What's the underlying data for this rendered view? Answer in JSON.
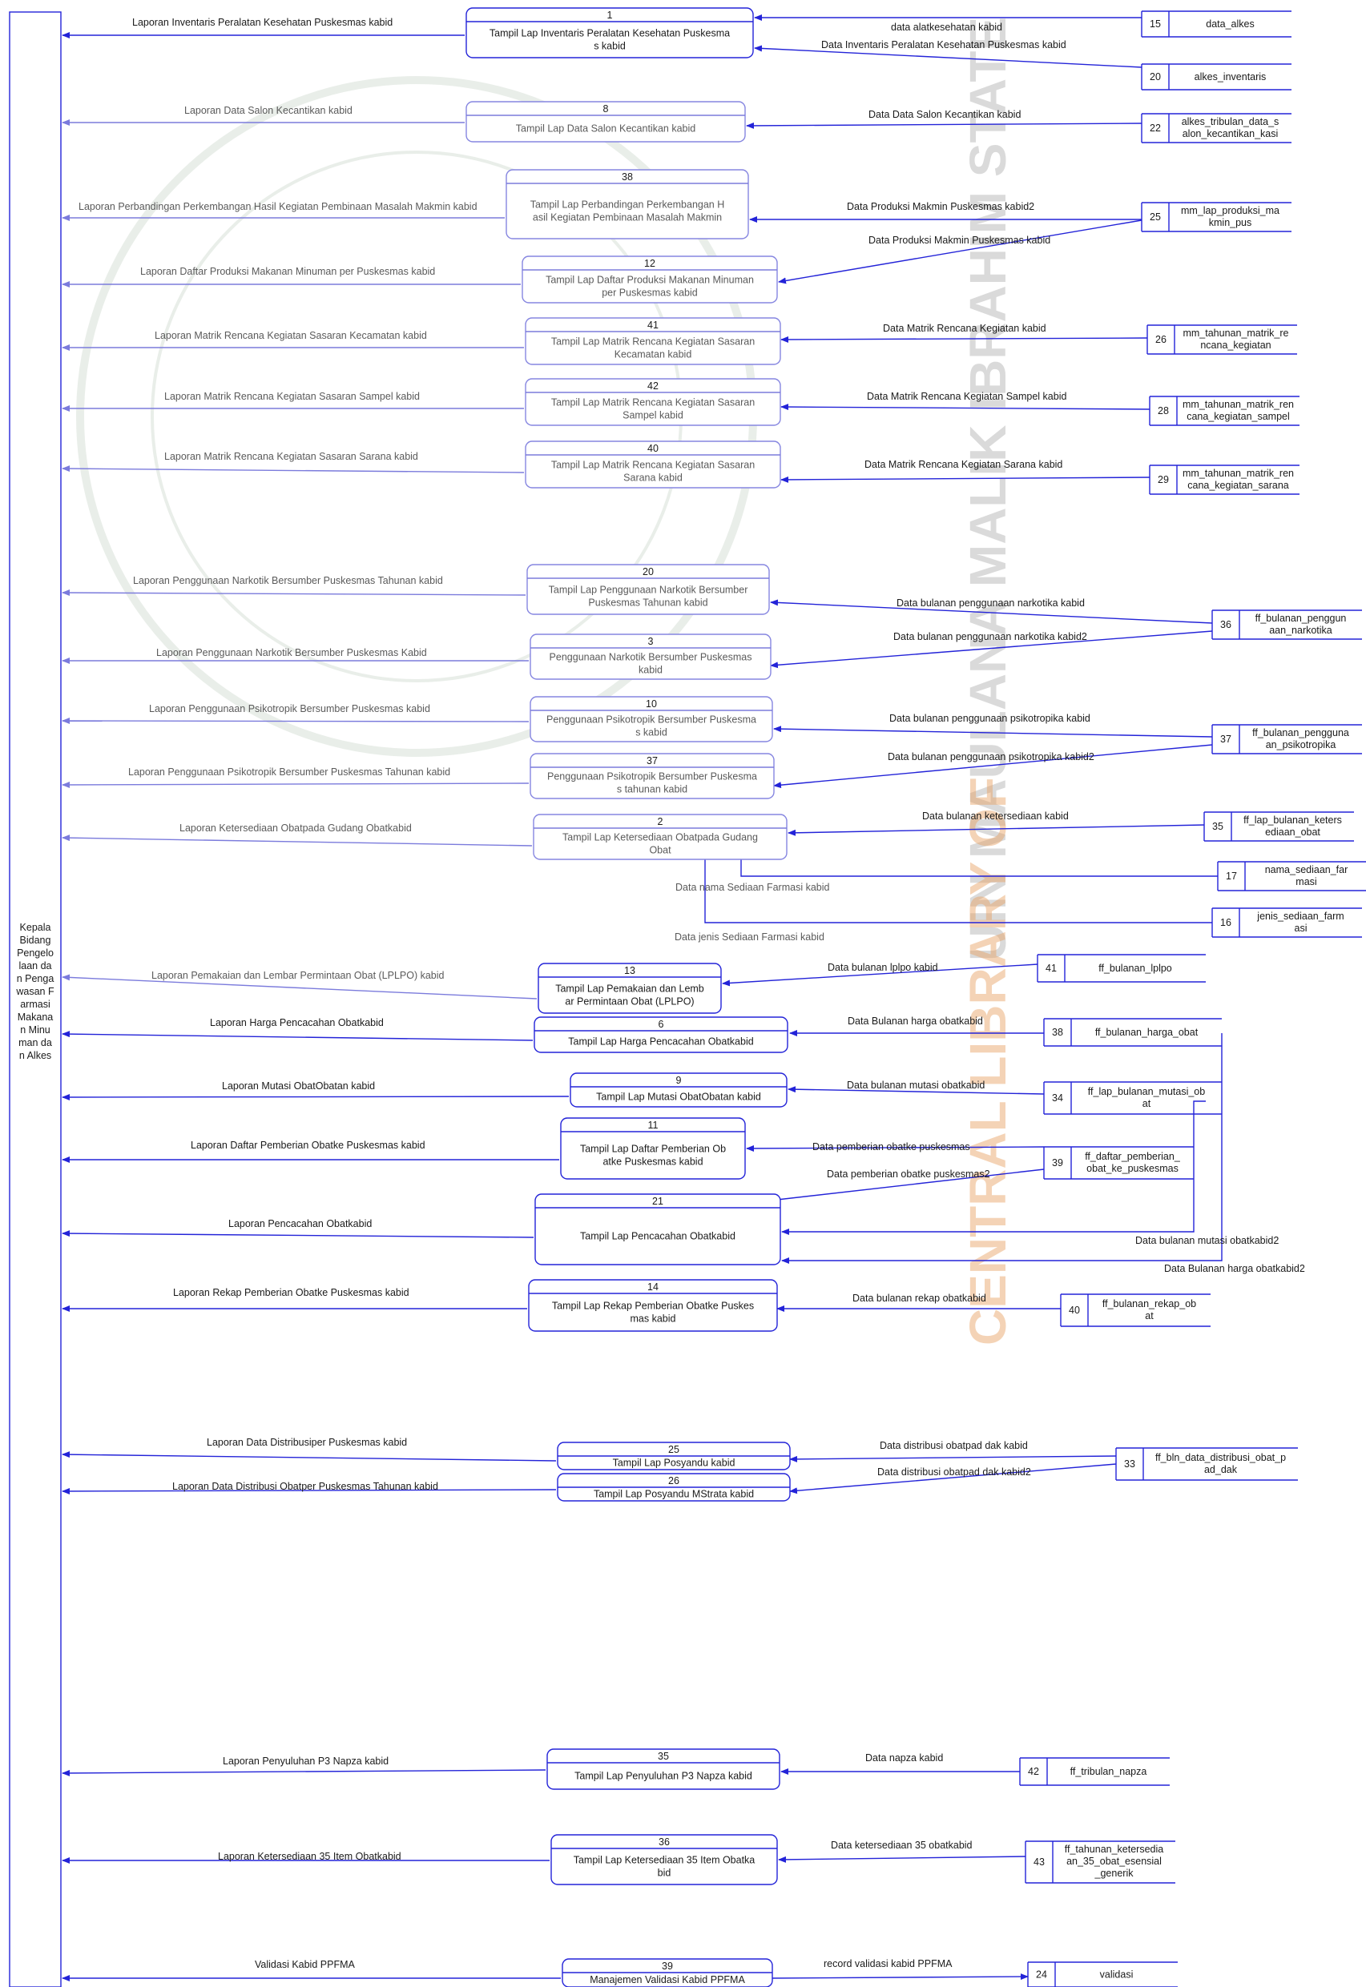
{
  "entity": {
    "lines": [
      "Kepala",
      "Bidang",
      "Pengelo",
      "laan da",
      "n Penga",
      "wasan F",
      "armasi",
      "Makana",
      "n Minu",
      "man da",
      "n Alkes"
    ]
  },
  "processes": [
    {
      "id": "1",
      "lines": [
        "Tampil Lap Inventaris Peralatan Kesehatan Puskesma",
        "s kabid"
      ],
      "faded": false
    },
    {
      "id": "8",
      "lines": [
        "Tampil Lap Data Salon Kecantikan kabid"
      ],
      "faded": true
    },
    {
      "id": "38",
      "lines": [
        "Tampil Lap Perbandingan Perkembangan H",
        "asil Kegiatan Pembinaan Masalah Makmin"
      ],
      "faded": true
    },
    {
      "id": "12",
      "lines": [
        "Tampil Lap Daftar Produksi Makanan Minuman",
        "per Puskesmas kabid"
      ],
      "faded": true
    },
    {
      "id": "41",
      "lines": [
        "Tampil Lap Matrik Rencana Kegiatan Sasaran",
        "Kecamatan kabid"
      ],
      "faded": true
    },
    {
      "id": "42",
      "lines": [
        "Tampil Lap Matrik Rencana Kegiatan Sasaran",
        "Sampel kabid"
      ],
      "faded": true
    },
    {
      "id": "40",
      "lines": [
        "Tampil Lap Matrik Rencana Kegiatan Sasaran",
        "Sarana kabid"
      ],
      "faded": true
    },
    {
      "id": "20",
      "lines": [
        "Tampil Lap Penggunaan Narkotik Bersumber",
        "Puskesmas Tahunan kabid"
      ],
      "faded": true
    },
    {
      "id": "3",
      "lines": [
        "Penggunaan Narkotik Bersumber Puskesmas",
        "kabid"
      ],
      "faded": true
    },
    {
      "id": "10",
      "lines": [
        "Penggunaan Psikotropik Bersumber Puskesma",
        "s kabid"
      ],
      "faded": true
    },
    {
      "id": "37",
      "lines": [
        "Penggunaan Psikotropik Bersumber Puskesma",
        "s tahunan kabid"
      ],
      "faded": true
    },
    {
      "id": "2",
      "lines": [
        "Tampil Lap Ketersediaan Obatpada Gudang",
        "Obat"
      ],
      "faded": true
    },
    {
      "id": "13",
      "lines": [
        "Tampil Lap Pemakaian dan Lemb",
        "ar Permintaan Obat (LPLPO)"
      ],
      "faded": false
    },
    {
      "id": "6",
      "lines": [
        "Tampil Lap Harga Pencacahan Obatkabid"
      ],
      "faded": false
    },
    {
      "id": "9",
      "lines": [
        "Tampil Lap Mutasi ObatObatan kabid"
      ],
      "faded": false
    },
    {
      "id": "11",
      "lines": [
        "Tampil Lap Daftar Pemberian Ob",
        "atke Puskesmas kabid"
      ],
      "faded": false
    },
    {
      "id": "21",
      "lines": [
        "Tampil Lap Pencacahan Obatkabid"
      ],
      "faded": false
    },
    {
      "id": "14",
      "lines": [
        "Tampil Lap Rekap Pemberian Obatke Puskes",
        "mas kabid"
      ],
      "faded": false
    },
    {
      "id": "25",
      "lines": [
        "Tampil Lap Posyandu kabid"
      ],
      "faded": false
    },
    {
      "id": "26",
      "lines": [
        "Tampil Lap Posyandu MStrata kabid"
      ],
      "faded": false
    },
    {
      "id": "35",
      "lines": [
        "Tampil Lap Penyuluhan P3 Napza kabid"
      ],
      "faded": false
    },
    {
      "id": "36",
      "lines": [
        "Tampil Lap Ketersediaan 35 Item Obatka",
        "bid"
      ],
      "faded": false
    },
    {
      "id": "39",
      "lines": [
        "Manajemen Validasi Kabid PPFMA"
      ],
      "faded": false
    }
  ],
  "stores": [
    {
      "id": "15",
      "lines": [
        "data_alkes"
      ]
    },
    {
      "id": "20",
      "lines": [
        "alkes_inventaris"
      ]
    },
    {
      "id": "22",
      "lines": [
        "alkes_tribulan_data_s",
        "alon_kecantikan_kasi"
      ]
    },
    {
      "id": "25",
      "lines": [
        "mm_lap_produksi_ma",
        "kmin_pus"
      ]
    },
    {
      "id": "26",
      "lines": [
        "mm_tahunan_matrik_re",
        "ncana_kegiatan"
      ]
    },
    {
      "id": "28",
      "lines": [
        "mm_tahunan_matrik_ren",
        "cana_kegiatan_sampel"
      ]
    },
    {
      "id": "29",
      "lines": [
        "mm_tahunan_matrik_ren",
        "cana_kegiatan_sarana"
      ]
    },
    {
      "id": "36",
      "lines": [
        "ff_bulanan_penggun",
        "aan_narkotika"
      ]
    },
    {
      "id": "37",
      "lines": [
        "ff_bulanan_pengguna",
        "an_psikotropika"
      ]
    },
    {
      "id": "35",
      "lines": [
        "ff_lap_bulanan_keters",
        "ediaan_obat"
      ]
    },
    {
      "id": "17",
      "lines": [
        "nama_sediaan_far",
        "masi"
      ]
    },
    {
      "id": "16",
      "lines": [
        "jenis_sediaan_farm",
        "asi"
      ]
    },
    {
      "id": "41",
      "lines": [
        "ff_bulanan_lplpo"
      ]
    },
    {
      "id": "38",
      "lines": [
        "ff_bulanan_harga_obat"
      ]
    },
    {
      "id": "34",
      "lines": [
        "ff_lap_bulanan_mutasi_ob",
        "at"
      ]
    },
    {
      "id": "39",
      "lines": [
        "ff_daftar_pemberian_",
        "obat_ke_puskesmas"
      ]
    },
    {
      "id": "40",
      "lines": [
        "ff_bulanan_rekap_ob",
        "at"
      ]
    },
    {
      "id": "33",
      "lines": [
        "ff_bln_data_distribusi_obat_p",
        "ad_dak"
      ]
    },
    {
      "id": "42",
      "lines": [
        "ff_tribulan_napza"
      ]
    },
    {
      "id": "43",
      "lines": [
        "ff_tahunan_ketersedia",
        "an_35_obat_esensial",
        "_generik"
      ]
    },
    {
      "id": "24",
      "lines": [
        "validasi"
      ]
    }
  ],
  "outputs": [
    "Laporan Inventaris Peralatan Kesehatan Puskesmas kabid",
    "Laporan Data Salon Kecantikan kabid",
    "Laporan Perbandingan Perkembangan Hasil Kegiatan Pembinaan Masalah Makmin kabid",
    "Laporan Daftar Produksi Makanan Minuman per Puskesmas kabid",
    "Laporan Matrik Rencana Kegiatan Sasaran Kecamatan kabid",
    "Laporan Matrik Rencana Kegiatan Sasaran Sampel kabid",
    "Laporan Matrik Rencana Kegiatan Sasaran Sarana kabid",
    "Laporan Penggunaan Narkotik Bersumber Puskesmas Tahunan kabid",
    "Laporan Penggunaan Narkotik Bersumber Puskesmas Kabid",
    "Laporan Penggunaan Psikotropik Bersumber Puskesmas kabid",
    "Laporan Penggunaan Psikotropik Bersumber Puskesmas Tahunan kabid",
    "Laporan Ketersediaan Obatpada Gudang Obatkabid",
    "Laporan Pemakaian dan Lembar Permintaan Obat (LPLPO) kabid",
    "Laporan Harga Pencacahan Obatkabid",
    "Laporan Mutasi ObatObatan kabid",
    "Laporan Daftar Pemberian Obatke Puskesmas kabid",
    "Laporan Pencacahan Obatkabid",
    "Laporan Rekap Pemberian Obatke Puskesmas kabid",
    "Laporan Data Distribusiper Puskesmas kabid",
    "Laporan Data Distribusi Obatper Puskesmas Tahunan kabid",
    "Laporan Penyuluhan P3 Napza kabid",
    "Laporan Ketersediaan 35 Item Obatkabid",
    "Validasi Kabid PPFMA"
  ],
  "inputs": [
    "data alatkesehatan kabid",
    "Data Inventaris Peralatan Kesehatan Puskesmas kabid",
    "Data Data Salon Kecantikan kabid",
    "Data Produksi Makmin Puskesmas kabid2",
    "Data Produksi Makmin Puskesmas kabid",
    "Data Matrik Rencana Kegiatan kabid",
    "Data Matrik Rencana Kegiatan Sampel kabid",
    "Data Matrik Rencana Kegiatan Sarana kabid",
    "Data bulanan penggunaan narkotika kabid",
    "Data bulanan penggunaan narkotika kabid2",
    "Data bulanan penggunaan psikotropika kabid",
    "Data bulanan penggunaan psikotropika kabid2",
    "Data bulanan ketersediaan kabid",
    "Data nama Sediaan Farmasi kabid",
    "Data jenis Sediaan Farmasi kabid",
    "Data bulanan lplpo kabid",
    "Data Bulanan harga obatkabid",
    "Data bulanan mutasi obatkabid",
    "Data pemberian obatke puskesmas",
    "Data pemberian obatke puskesmas2",
    "Data bulanan mutasi obatkabid2",
    "Data Bulanan harga obatkabid2",
    "Data bulanan rekap obatkabid",
    "Data distribusi obatpad dak kabid",
    "Data distribusi obatpad dak kabid2",
    "Data napza kabid",
    "Data ketersediaan 35 obatkabid",
    "record validasi kabid PPFMA"
  ],
  "watermark": {
    "text": "UIN MAULANA MALIK IBRAHIM STATE ISLAMIC UNIVERSITY",
    "orange": "CENTRAL LIBRARY OF"
  },
  "colors": {
    "line": "#2323d8",
    "text": "#1a1a1a",
    "watermark_orange": "#e8a060"
  }
}
